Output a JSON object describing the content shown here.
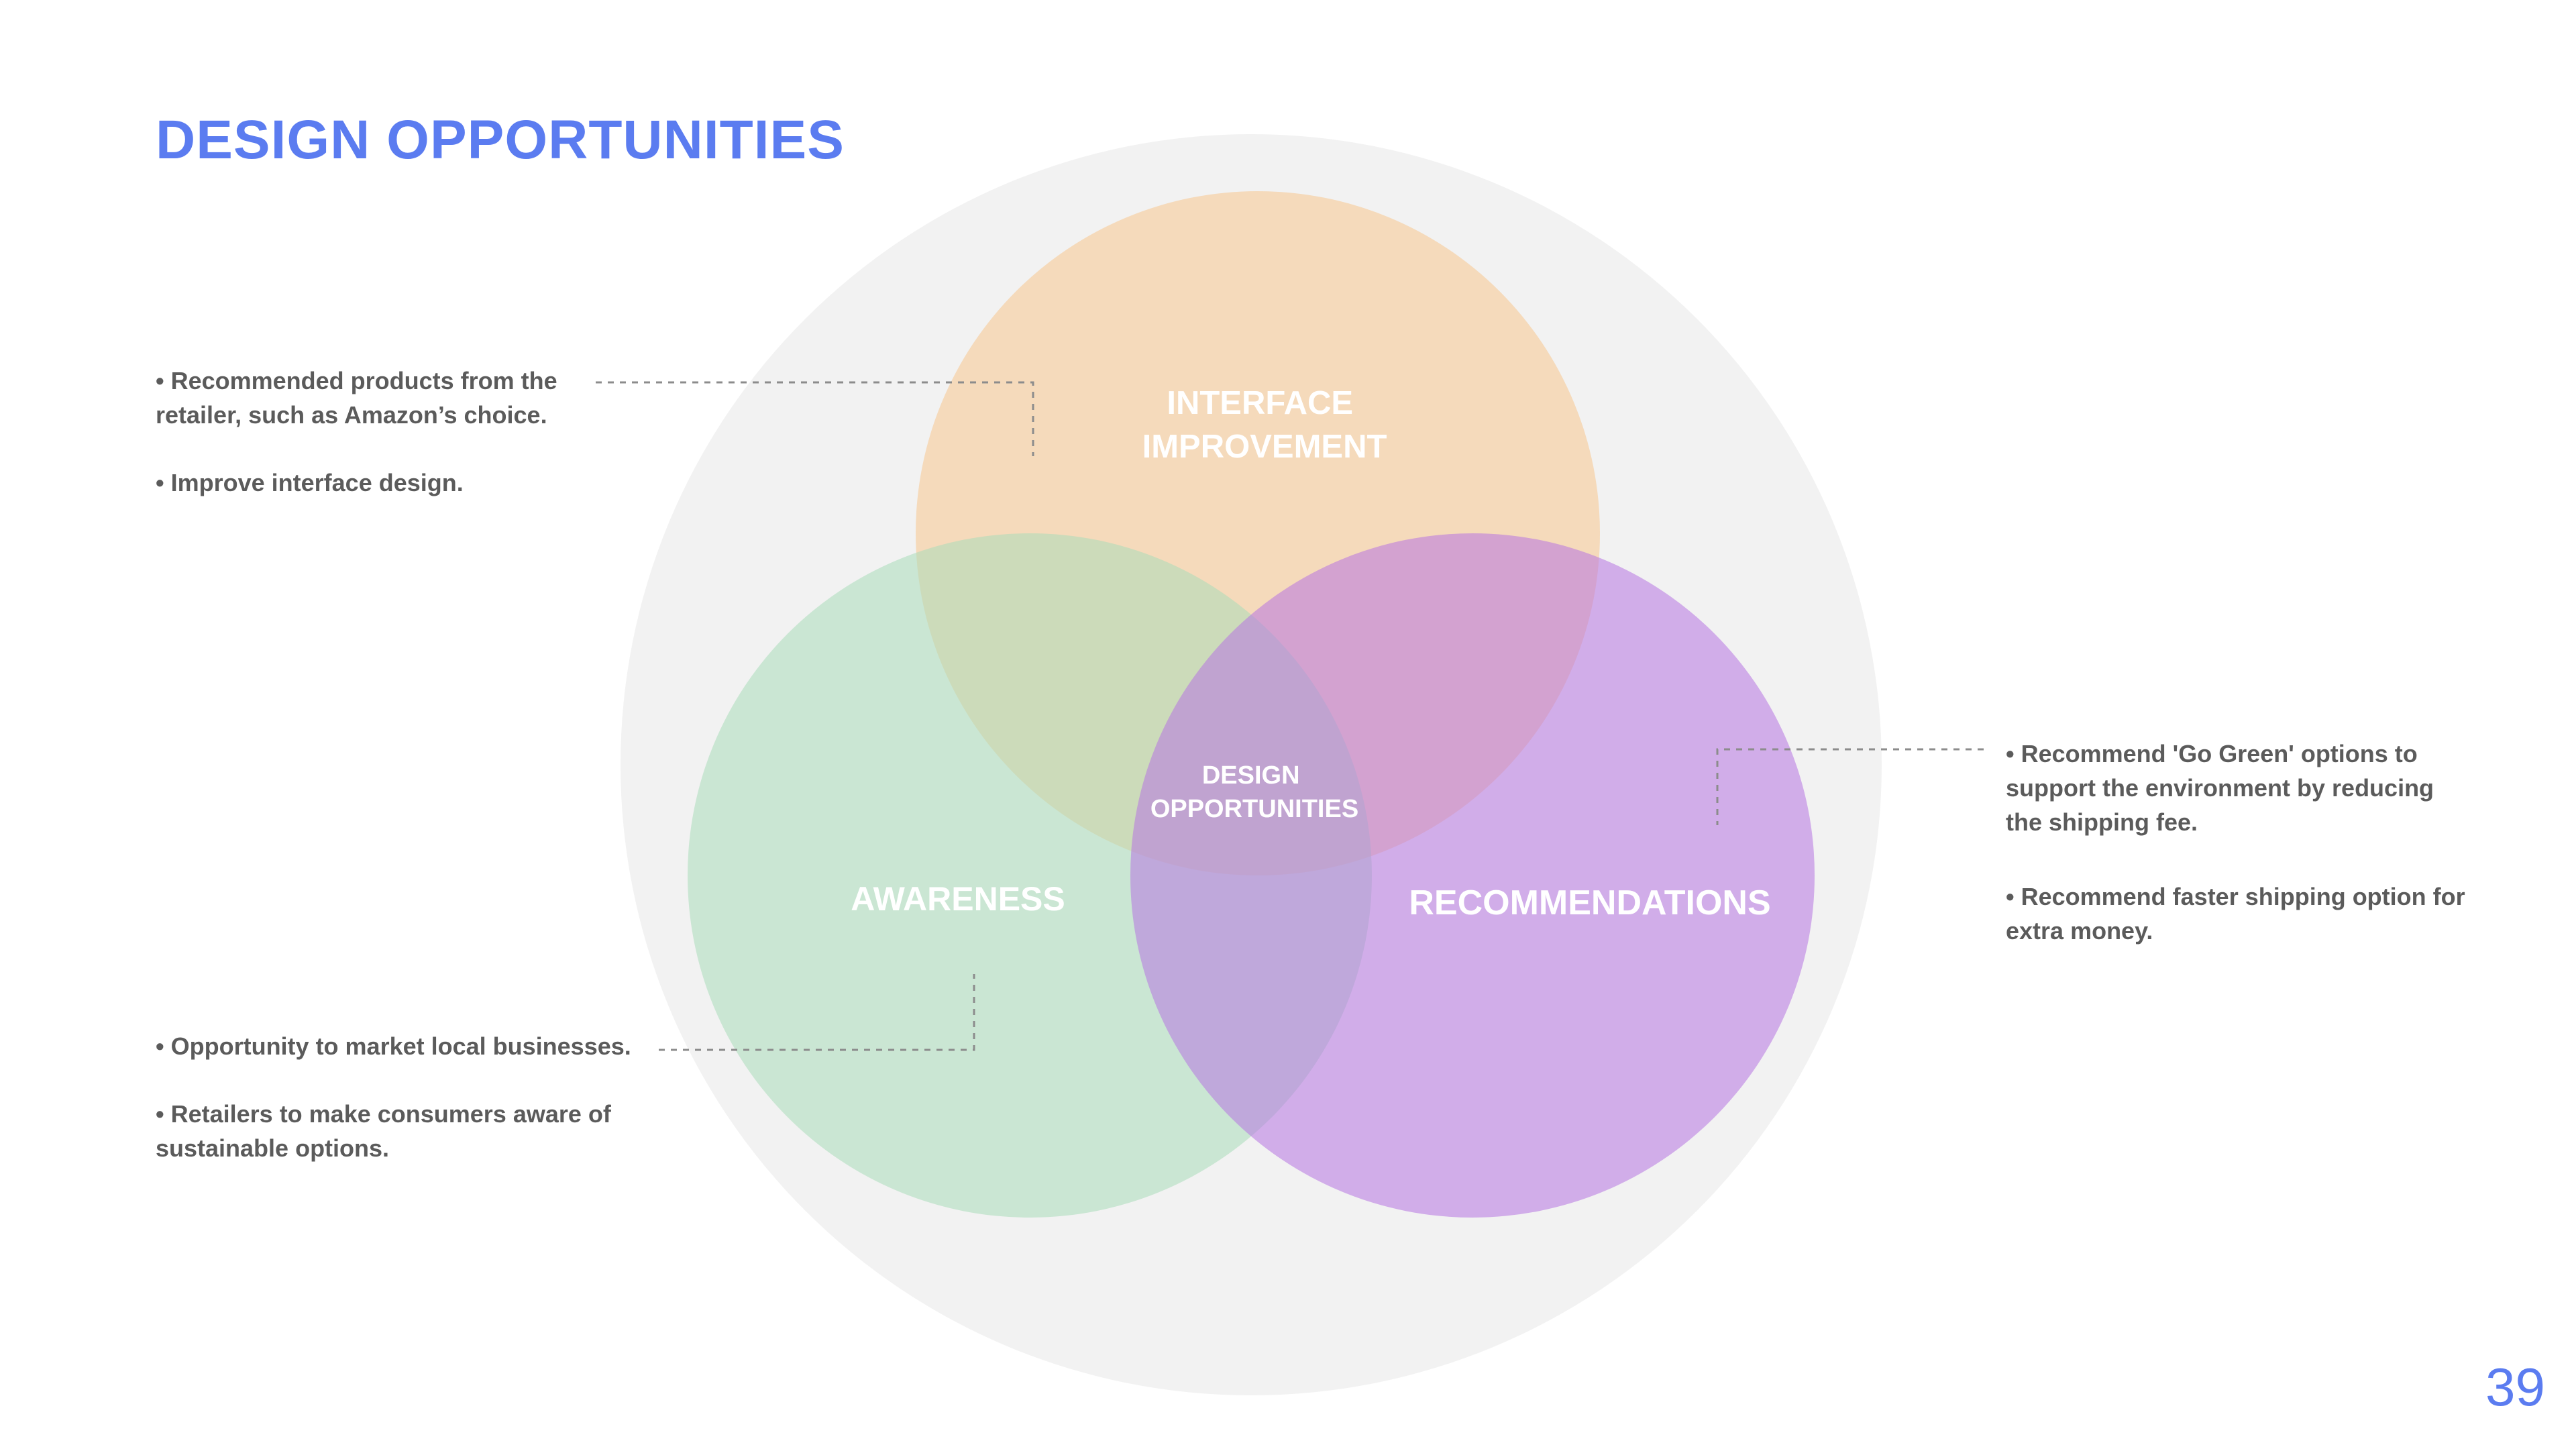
{
  "title": "DESIGN OPPORTUNITIES",
  "page_number": "39",
  "diagram": {
    "center_label": [
      "DESIGN",
      "OPPORTUNITIES"
    ],
    "circles": {
      "interface": {
        "label": [
          "INTERFACE",
          "IMPROVEMENT"
        ],
        "color": "#f6c996"
      },
      "awareness": {
        "label": [
          "AWARENESS"
        ],
        "color": "#aadcba"
      },
      "recommendations": {
        "label": [
          "RECOMMENDATIONS"
        ],
        "color": "#b674e1"
      }
    },
    "background_color": "#f2f2f2"
  },
  "annotations": {
    "interface": [
      "• Recommended products from the retailer, such as Amazon’s choice.",
      "• Improve interface design."
    ],
    "awareness": [
      "• Opportunity to market local businesses.",
      "• Retailers to make consumers aware of sustainable options."
    ],
    "recommendations": [
      "• Recommend 'Go Green' options to support the environment by reducing the shipping fee.",
      "• Recommend faster shipping option for extra money."
    ]
  },
  "colors": {
    "accent": "#5b7cf0",
    "body_text": "#5b5b5b",
    "connector": "#8c8c8c"
  }
}
